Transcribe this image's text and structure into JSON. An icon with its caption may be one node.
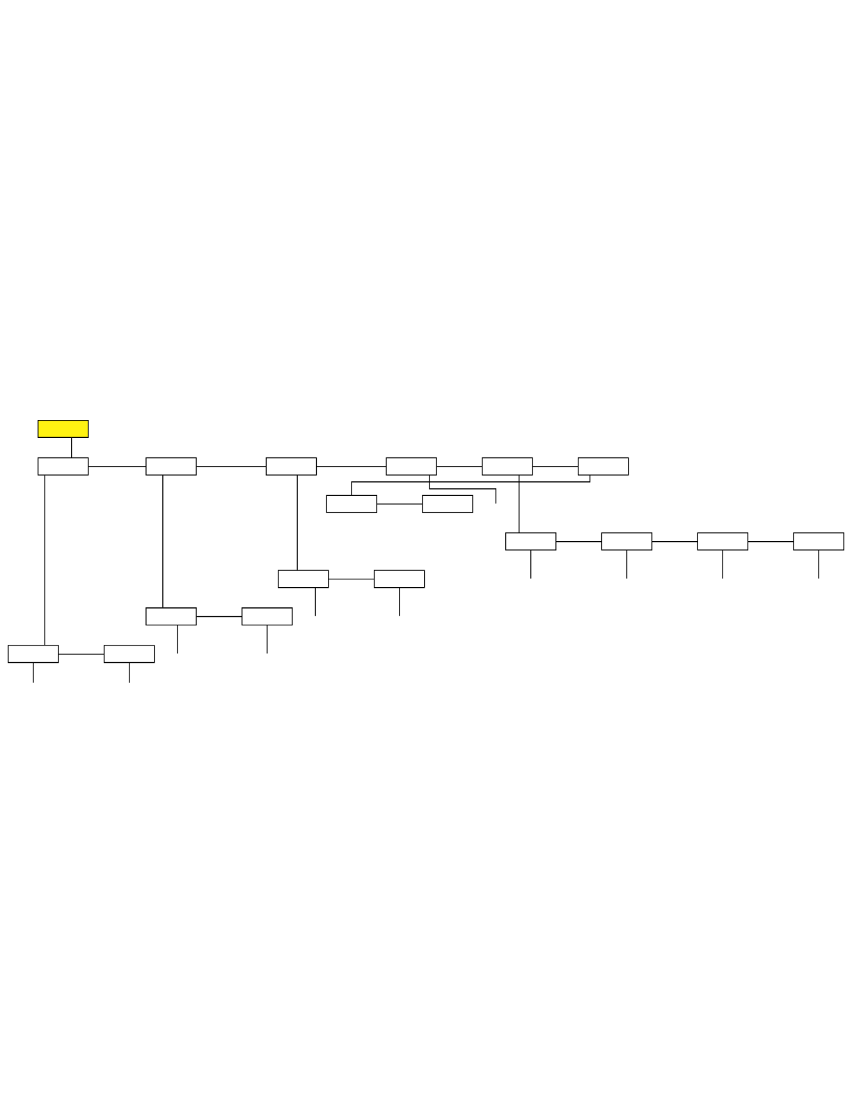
{
  "diagram": {
    "nodes": [
      {
        "text": [],
        "shape": "box"
      },
      {
        "text": [],
        "shape": "box"
      },
      {
        "text": [],
        "shape": "box"
      },
      {
        "text": [],
        "shape": "box"
      },
      {
        "text": [],
        "shape": "box"
      },
      {
        "text": [],
        "shape": "box"
      },
      {
        "text": [],
        "shape": "box"
      },
      {
        "text": [],
        "shape": "box"
      },
      {
        "text": [],
        "shape": "box"
      },
      {
        "text": [],
        "shape": "box"
      },
      {
        "text": [],
        "shape": "box"
      },
      {
        "text": [],
        "shape": "box"
      },
      {
        "text": [],
        "shape": "box"
      },
      {
        "text": [],
        "shape": "box"
      },
      {
        "text": [],
        "shape": "box"
      },
      {
        "text": [],
        "shape": "box"
      },
      {
        "text": [],
        "shape": "box"
      },
      {
        "text": [],
        "shape": "box"
      },
      {
        "text": [],
        "shape": "box"
      }
    ],
    "edges": [
      {
        "from": 0,
        "to": 1,
        "arrow": "none"
      },
      {
        "from": 1,
        "to": 2,
        "arrow": "none"
      },
      {
        "from": 2,
        "to": 3,
        "arrow": "none"
      },
      {
        "from": 3,
        "to": 4,
        "arrow": "none"
      },
      {
        "from": 4,
        "to": 5,
        "arrow": "none"
      },
      {
        "from": 5,
        "to": 6,
        "arrow": "none"
      },
      {
        "from": 6,
        "to": 7,
        "arrow": "none"
      },
      {
        "from": 7,
        "to": 8,
        "arrow": "none"
      },
      {
        "from": 5,
        "to": 9,
        "arrow": "none"
      },
      {
        "from": 9,
        "to": 10,
        "arrow": "none"
      },
      {
        "from": 10,
        "to": 11,
        "arrow": "none"
      },
      {
        "from": 11,
        "to": 12,
        "arrow": "none"
      },
      {
        "from": 3,
        "to": 13,
        "arrow": "none"
      },
      {
        "from": 13,
        "to": 14,
        "arrow": "none"
      },
      {
        "from": 2,
        "to": 15,
        "arrow": "none"
      },
      {
        "from": 15,
        "to": 16,
        "arrow": "none"
      },
      {
        "from": 1,
        "to": 17,
        "arrow": "none"
      },
      {
        "from": 17,
        "to": 18,
        "arrow": "none"
      },
      {
        "from": 4,
        "to": null,
        "arrow": "none"
      },
      {
        "from": 9,
        "to": null,
        "arrow": "none"
      },
      {
        "from": 10,
        "to": null,
        "arrow": "none"
      },
      {
        "from": 11,
        "to": null,
        "arrow": "none"
      },
      {
        "from": 12,
        "to": null,
        "arrow": "none"
      },
      {
        "from": 13,
        "to": null,
        "arrow": "none"
      },
      {
        "from": 14,
        "to": null,
        "arrow": "none"
      },
      {
        "from": 15,
        "to": null,
        "arrow": "none"
      },
      {
        "from": 16,
        "to": null,
        "arrow": "none"
      },
      {
        "from": 17,
        "to": null,
        "arrow": "none"
      },
      {
        "from": 18,
        "to": null,
        "arrow": "none"
      }
    ]
  }
}
